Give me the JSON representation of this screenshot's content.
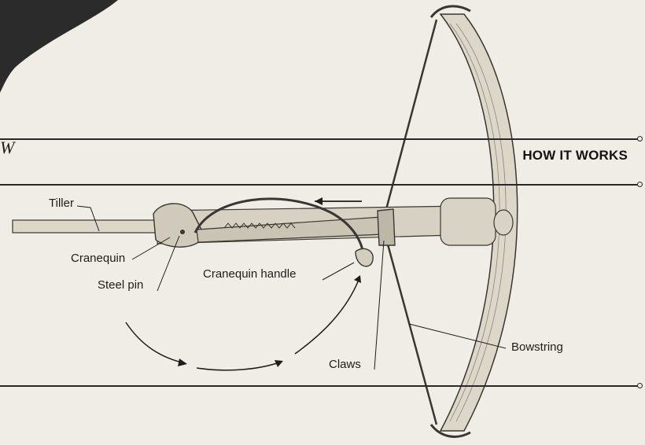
{
  "header": {
    "title_fragment": "W",
    "section_label": "HOW IT WORKS"
  },
  "diagram": {
    "subject": "crossbow with cranequin",
    "callouts": {
      "tiller": "Tiller",
      "cranequin": "Cranequin",
      "steel_pin": "Steel pin",
      "cranequin_handle": "Cranequin handle",
      "claws": "Claws",
      "bowstring": "Bowstring"
    }
  },
  "colors": {
    "background": "#efede6",
    "ink": "#2a2826",
    "wood": "#d9d4c6"
  }
}
